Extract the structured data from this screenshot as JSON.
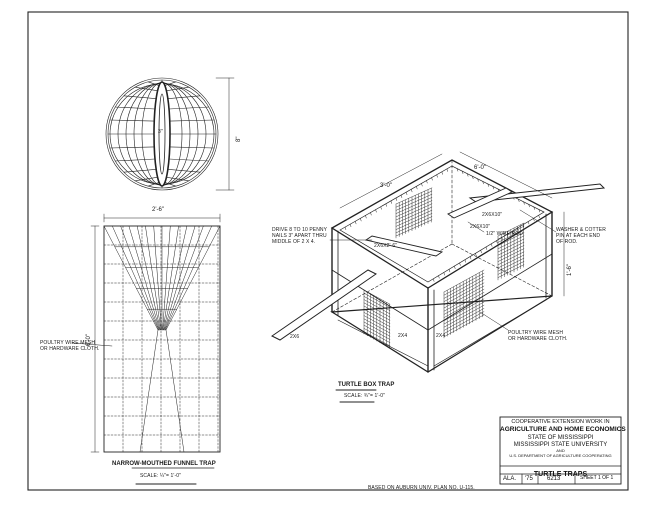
{
  "labels": {
    "ellipse_center_dim": "3\"",
    "circle_diameter_dim": "8\"",
    "funnel_top_dim": "2'-6\"",
    "funnel_height_dim": "6'-0\"",
    "poultry_wire_left": [
      "POULTRY WIRE MESH",
      "OR HARDWARE CLOTH."
    ],
    "funnel_title": "NARROW-MOUTHED FUNNEL TRAP",
    "funnel_scale": "SCALE: ¼\"= 1'-0\"",
    "box_top_dim": "3'-0\"",
    "box_side_dim": "6'-0\"",
    "box_height_dim": "1'-6\"",
    "drive_nails": [
      "DRIVE 8 TO 10 PENNY",
      "NAILS 3\" APART THRU",
      "MIDDLE OF 2 X 4."
    ],
    "board_2x6x2": "2X6X2'-6\"",
    "board_2x6x10": "2X6X10\"",
    "board_2x6x10b": "2X6X10\"",
    "wire_rod": "1/2\" WIRE ROD",
    "washer": [
      "WASHER & COTTER",
      "PIN AT EACH END",
      "OF ROD."
    ],
    "poultry_wire_right": [
      "POULTRY WIRE MESH",
      "OR HARDWARE CLOTH."
    ],
    "label_2x6": "2X6",
    "label_2x4a": "2X4",
    "label_2x4b": "2X4",
    "box_title": "TURTLE BOX TRAP",
    "box_scale": "SCALE: ¾\"= 1'-0\"",
    "based_on": "BASED ON AUBURN UNIV. PLAN NO. U-115."
  },
  "title_block": {
    "line1": "COOPERATIVE EXTENSION WORK IN",
    "line2": "AGRICULTURE AND HOME ECONOMICS",
    "line3": "STATE OF MISSISSIPPI",
    "line4": "MISSISSIPPI STATE UNIVERSITY",
    "line5": "AND",
    "line6": "U.S. DEPARTMENT OF AGRICULTURE COOPERATING",
    "title": "TURTLE TRAPS",
    "state": "ALA.",
    "year": "'75",
    "plan_no": "6213",
    "sheet": "SHEET 1 OF 1"
  }
}
